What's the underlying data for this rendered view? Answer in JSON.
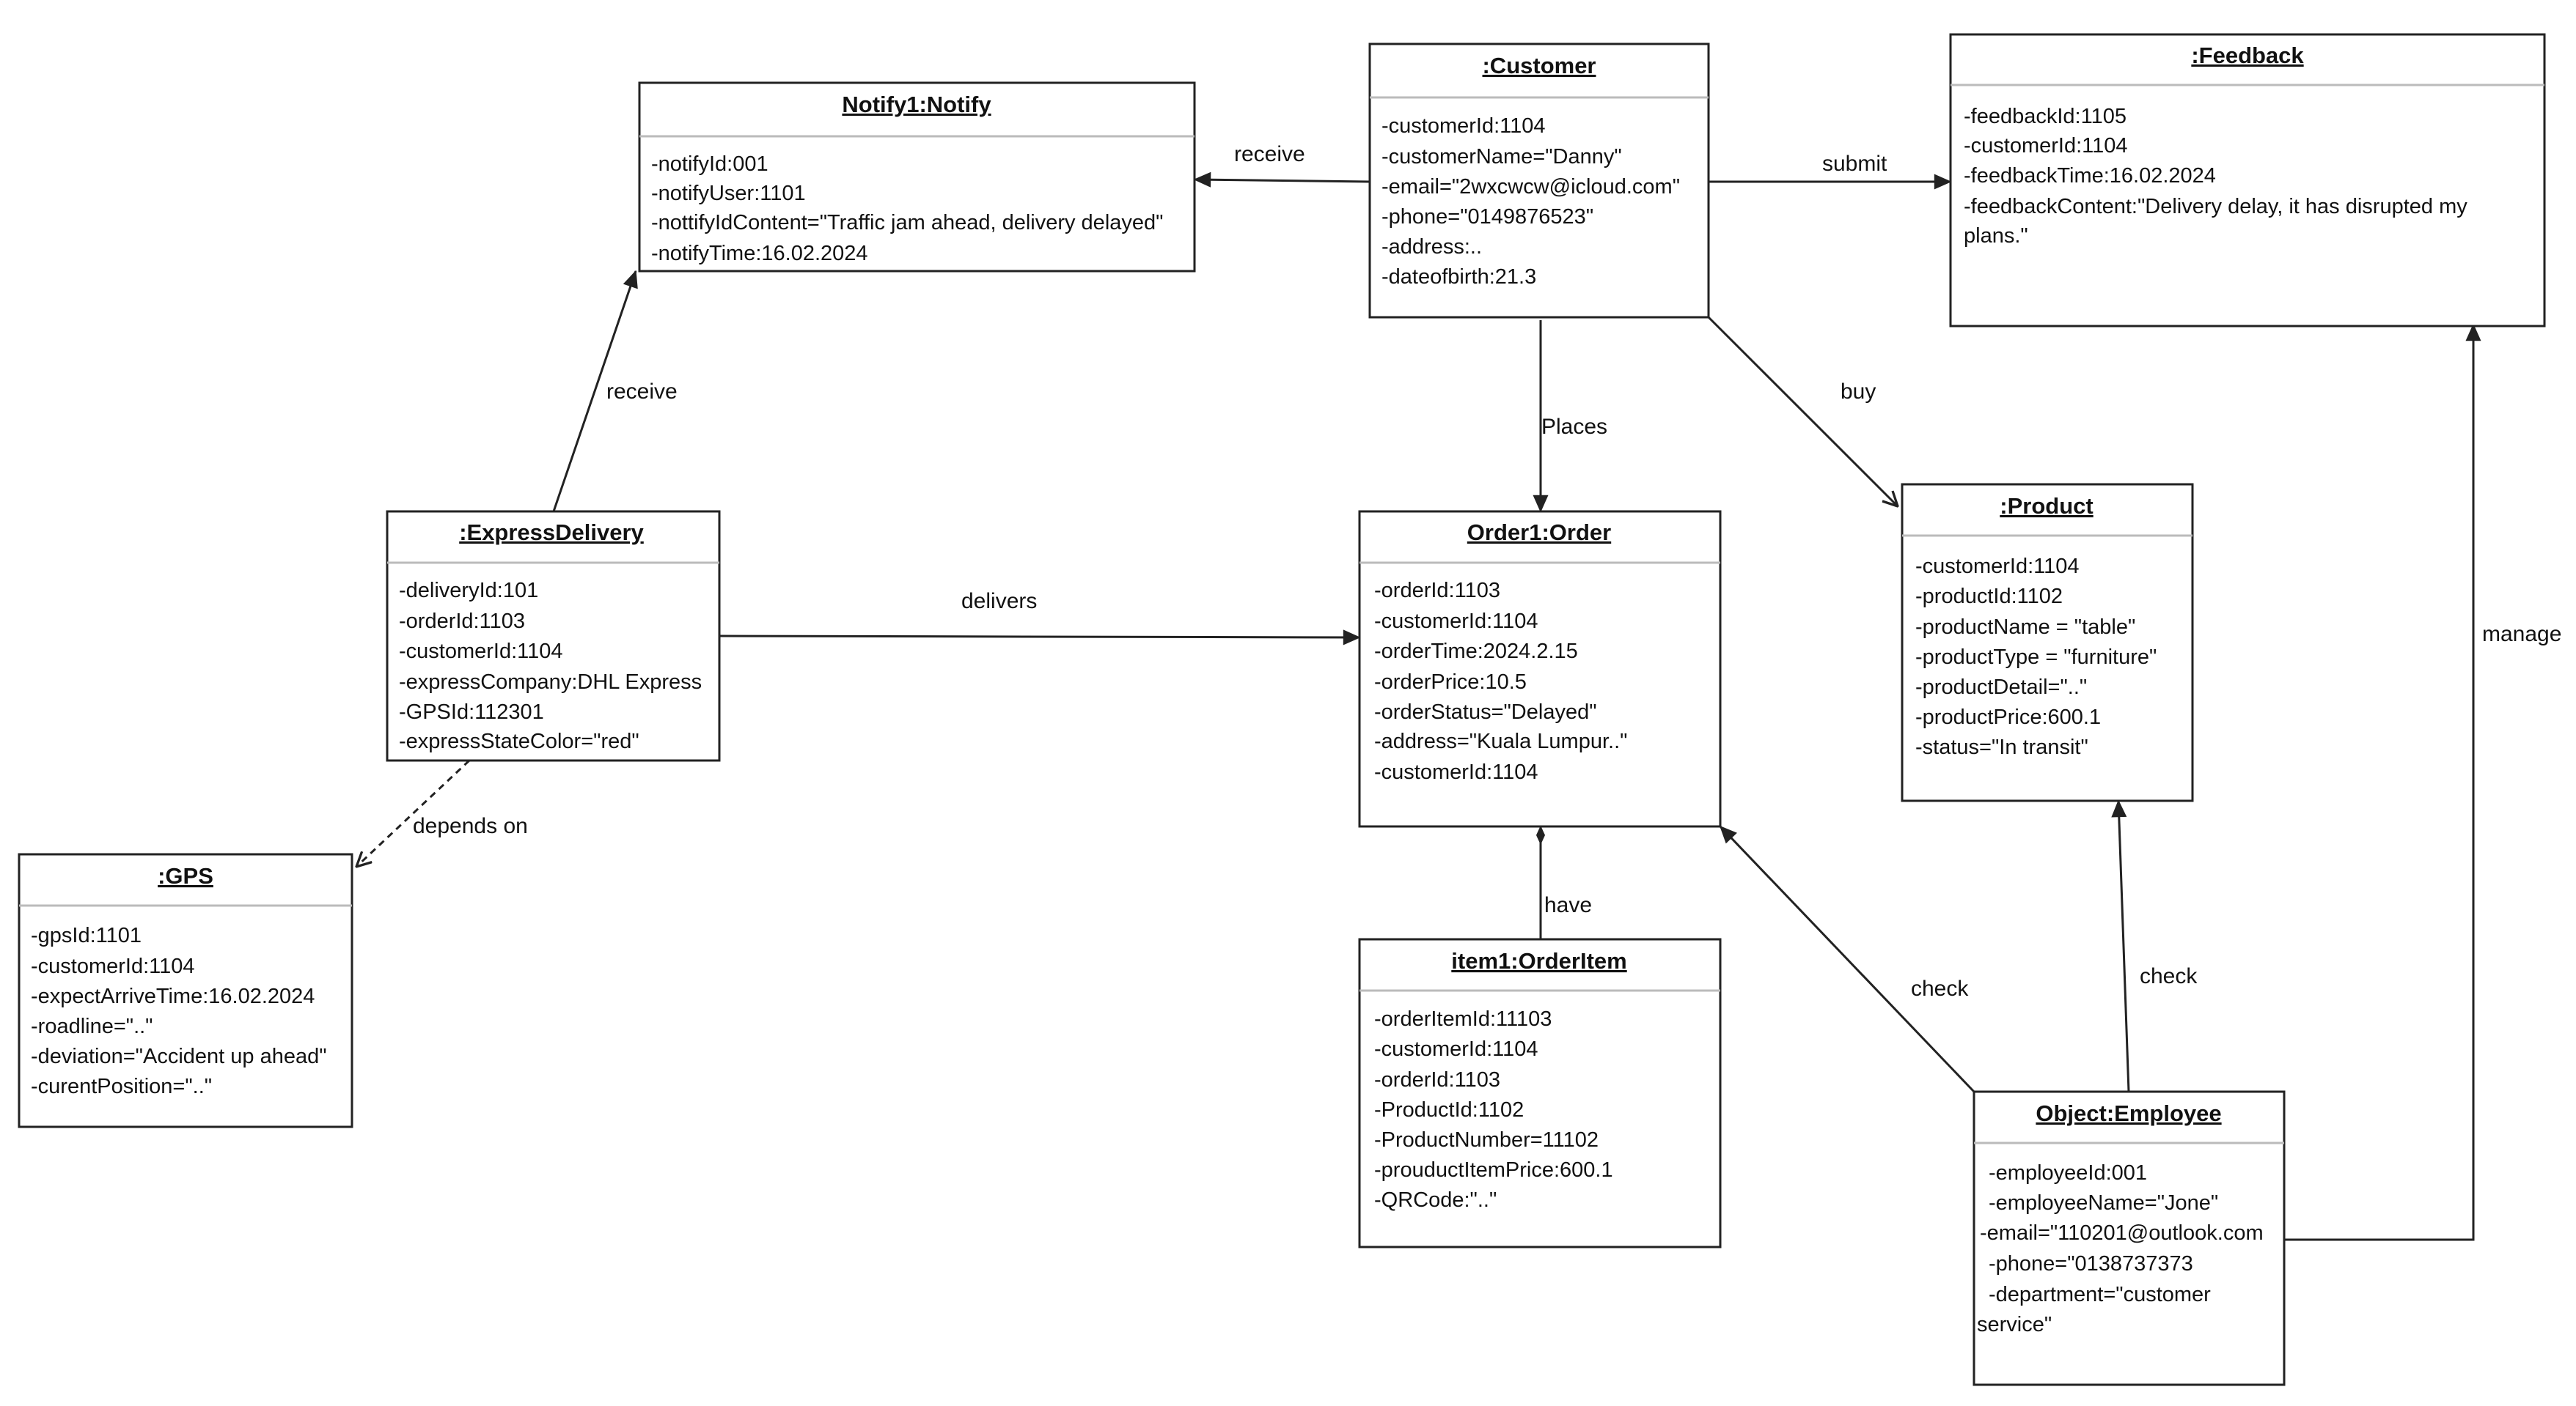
{
  "objects": {
    "notify": {
      "title": "Notify1:Notify",
      "attrs": [
        "-notifyId:001",
        "-notifyUser:1101",
        "-nottifyIdContent=\"Traffic jam ahead, delivery delayed\"",
        "-notifyTime:16.02.2024"
      ]
    },
    "customer": {
      "title": ":Customer",
      "attrs": [
        "-customerId:1104",
        "-customerName=\"Danny\"",
        "-email=\"2wxcwcw@icloud.com\"",
        "-phone=\"0149876523\"",
        "-address:..",
        "-dateofbirth:21.3"
      ]
    },
    "feedback": {
      "title": ":Feedback",
      "attrs": [
        "-feedbackId:1105",
        "-customerId:1104",
        "-feedbackTime:16.02.2024",
        "-feedbackContent:\"Delivery delay, it has disrupted my",
        "plans.\""
      ]
    },
    "express": {
      "title": ":ExpressDelivery",
      "attrs": [
        "-deliveryId:101",
        "-orderId:1103",
        "-customerId:1104",
        "-expressCompany:DHL Express",
        "-GPSId:112301",
        "-expressStateColor=\"red\""
      ]
    },
    "order": {
      "title": "Order1:Order",
      "attrs": [
        "-orderId:1103",
        "-customerId:1104",
        "-orderTime:2024.2.15",
        "-orderPrice:10.5",
        "-orderStatus=\"Delayed\"",
        "-address=\"Kuala Lumpur..\"",
        "-customerId:1104"
      ]
    },
    "product": {
      "title": ":Product",
      "attrs": [
        "-customerId:1104",
        "-productId:1102",
        "-productName = \"table\"",
        "-productType = \"furniture\"",
        "-productDetail=\"..\"",
        "-productPrice:600.1",
        "-status=\"In transit\""
      ]
    },
    "gps": {
      "title": ":GPS",
      "attrs": [
        "-gpsId:1101",
        "-customerId:1104",
        "-expectArriveTime:16.02.2024",
        "-roadline=\"..\"",
        "-deviation=\"Accident up ahead\"",
        "-curentPosition=\"..\""
      ]
    },
    "orderitem": {
      "title": "item1:OrderItem",
      "attrs": [
        "-orderItemId:11103",
        "-customerId:1104",
        "-orderId:1103",
        "-ProductId:1102",
        "-ProductNumber=11102",
        "-prouductItemPrice:600.1",
        "-QRCode:\"..\""
      ]
    },
    "employee": {
      "title": "Object:Employee",
      "attrs": [
        "-employeeId:001",
        "-employeeName=\"Jone\"",
        "-email=\"110201@outlook.com",
        "-phone=\"0138737373",
        "-department=\"customer",
        "service\""
      ]
    }
  },
  "edges": {
    "customer_notify": "receive",
    "customer_feedback": "submit",
    "express_notify": "receive",
    "customer_order": "Places",
    "customer_product": "buy",
    "express_order": "delivers",
    "express_gps": "depends on",
    "orderitem_order": "have",
    "employee_order": "check",
    "employee_product": "check",
    "employee_feedback": "manage"
  },
  "colors": {
    "line": "#222222",
    "divider": "#bbbbbb",
    "text": "#111111",
    "background": "#ffffff"
  }
}
